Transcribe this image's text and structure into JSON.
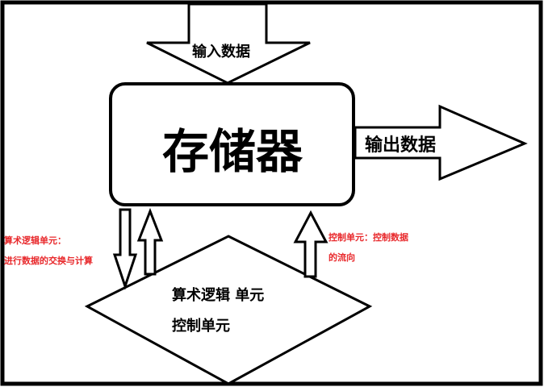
{
  "diagram": {
    "memory_label": "存储器",
    "input_label": "输入数据",
    "output_label": "输出数据",
    "alu_cu_line1": "算术逻辑 单元",
    "alu_cu_line2": "控制单元",
    "alu_note_line1": "算术逻辑单元：",
    "alu_note_line2": "进行数据的交换与计算",
    "cu_note_line1": "控制单元：控制数据",
    "cu_note_line2": "的流向"
  },
  "colors": {
    "stroke": "#000000",
    "background": "#ffffff",
    "note_text": "#e8282b"
  }
}
